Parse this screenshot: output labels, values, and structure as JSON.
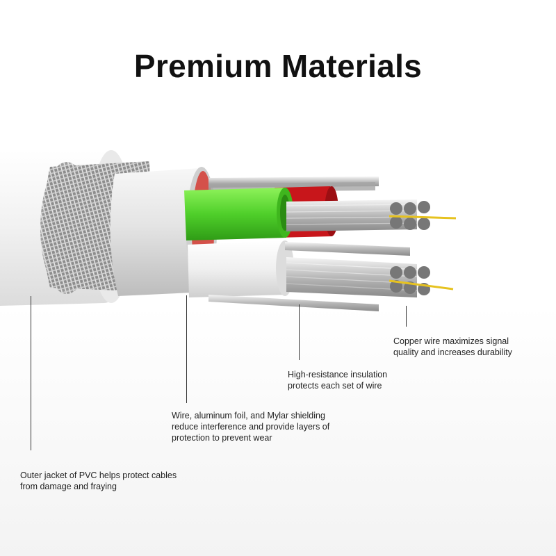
{
  "title": "Premium Materials",
  "callouts": {
    "copper": {
      "lines": [
        "Copper wire maximizes signal",
        "quality and increases durability"
      ]
    },
    "insulation": {
      "lines": [
        "High-resistance insulation",
        "protects each set of wire"
      ]
    },
    "shielding": {
      "lines": [
        "Wire, aluminum foil, and Mylar shielding",
        "reduce interference and provide layers of",
        "protection to prevent wear"
      ]
    },
    "jacket": {
      "lines": [
        "Outer jacket of PVC helps protect cables",
        "from damage and fraying"
      ]
    }
  },
  "colors": {
    "green_insulation": "#4fcf2a",
    "red_insulation": "#c8161b",
    "copper_core": "#e6c21f",
    "jacket": "#f2f2f2"
  }
}
